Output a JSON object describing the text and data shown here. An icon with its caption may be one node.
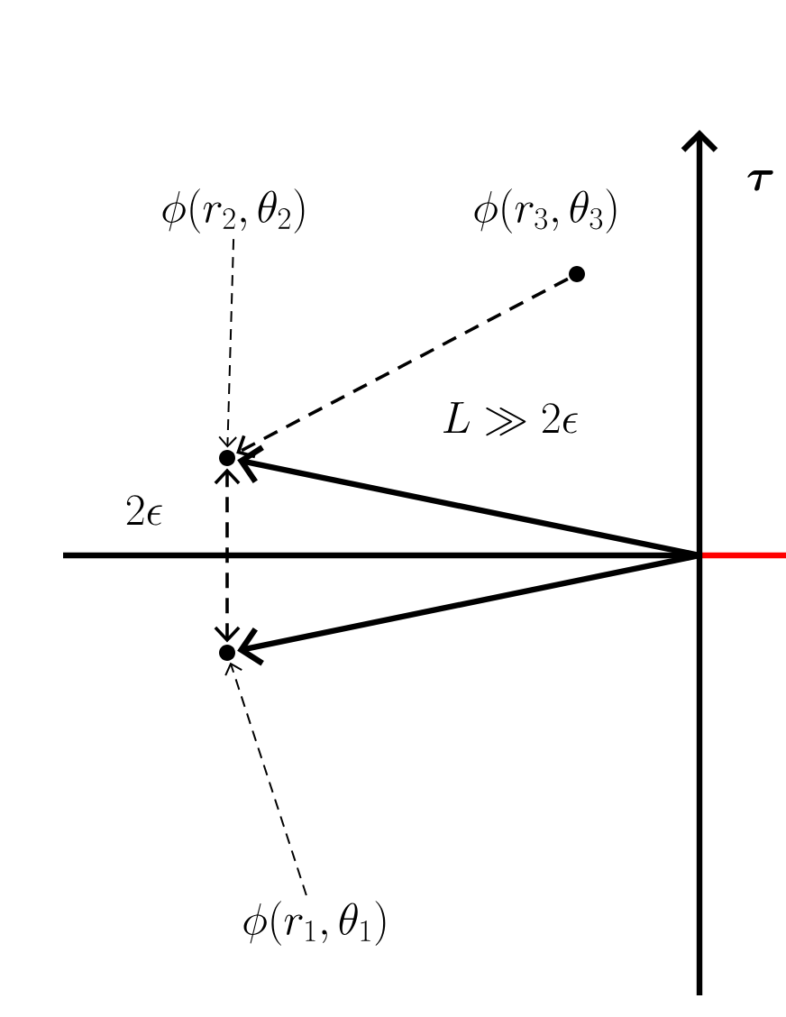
{
  "diagram": {
    "nodes": [
      {
        "text": [
          "\\phi(r_2,\\theta_2)"
        ]
      },
      {
        "text": [],
        "shape": "circle"
      },
      {
        "text": [],
        "shape": "circle"
      },
      {
        "text": [],
        "shape": "circle",
        "beside": [
          "\\phi(r_3,\\theta_3)"
        ]
      },
      {
        "text": [
          "\\phi(r_1,\\theta_1)"
        ]
      }
    ],
    "edges": [
      {
        "from": null,
        "to": 1,
        "arrow": "to"
      },
      {
        "from": null,
        "to": 2,
        "arrow": "to"
      },
      {
        "from": 3,
        "to": 1,
        "arrow": "to",
        "style": "dashed",
        "label": "L \\gg 2\\epsilon"
      },
      {
        "from": 2,
        "to": 1,
        "arrow": "both",
        "style": "dashed",
        "label": "2\\epsilon"
      },
      {
        "from": 0,
        "to": 1,
        "arrow": "to",
        "style": "dashed"
      },
      {
        "from": 4,
        "to": 2,
        "arrow": "to",
        "style": "dashed"
      }
    ],
    "labels": [
      "\\boldsymbol{\\tau}"
    ]
  }
}
